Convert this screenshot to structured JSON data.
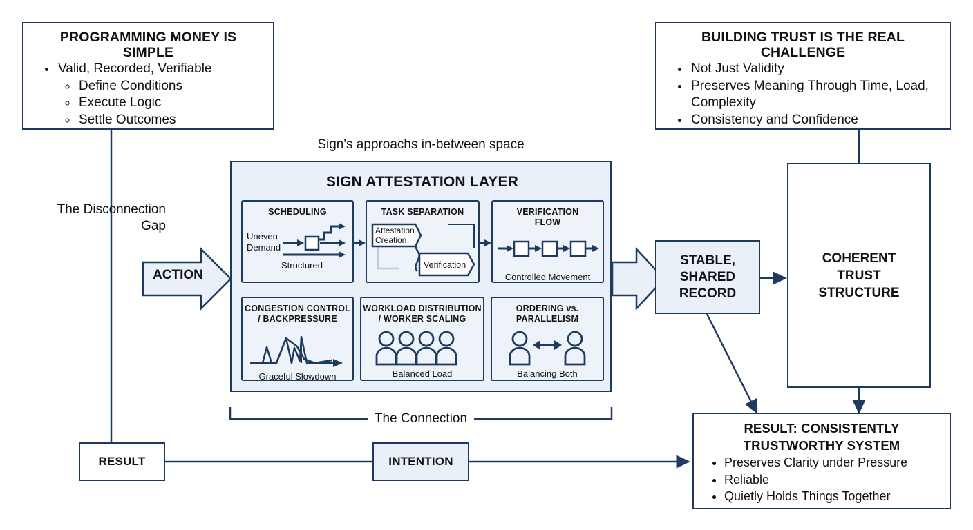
{
  "diagram": {
    "top_left_box": {
      "title": "PROGRAMMING MONEY IS SIMPLE",
      "bullets": [
        {
          "text": "Valid, Recorded, Verifiable",
          "sub": [
            "Define Conditions",
            "Execute Logic",
            "Settle Outcomes"
          ]
        }
      ]
    },
    "top_right_box": {
      "title": "BUILDING TRUST IS THE REAL CHALLENGE",
      "bullets": [
        "Not Just Validity",
        "Preserves Meaning Through Time, Load, Complexity",
        "Consistency and Confidence"
      ]
    },
    "gap_label": "The Disconnection\nGap",
    "gap_label_line1": "The Disconnection",
    "gap_label_line2": "Gap",
    "action_arrow_label": "ACTION",
    "panel": {
      "caption_above": "Sign's approachs in-between space",
      "title": "SIGN ATTESTATION LAYER",
      "cards": [
        {
          "title": "SCHEDULING",
          "icon": "scheduling-icon",
          "label_left_1": "Uneven",
          "label_left_2": "Demand",
          "caption": "Structured"
        },
        {
          "title": "TASK SEPARATION",
          "icon": "task-separation-icon",
          "node_1": "Attestation\nCreation",
          "node_1_line1": "Attestation",
          "node_1_line2": "Creation",
          "node_2": "Verification",
          "caption": ""
        },
        {
          "title": "VERIFICATION\nFLOW",
          "title_line1": "VERIFICATION",
          "title_line2": "FLOW",
          "icon": "verification-flow-icon",
          "caption": "Controlled Movement"
        },
        {
          "title": "CONGESTION CONTROL\n/ BACKPRESSURE",
          "title_line1": "CONGESTION CONTROL",
          "title_line2": "/ BACKPRESSURE",
          "icon": "congestion-sparkline-icon",
          "caption": "Graceful Slowdown"
        },
        {
          "title": "WORKLOAD DISTRIBUTION\n/ WORKER SCALING",
          "title_line1": "WORKLOAD DISTRIBUTION",
          "title_line2": "/ WORKER SCALING",
          "icon": "four-people-icon",
          "caption": "Balanced Load"
        },
        {
          "title": "ORDERING vs.\nPARALLELISM",
          "title_line1": "ORDERING vs.",
          "title_line2": "PARALLELISM",
          "icon": "two-people-bidirectional-icon",
          "caption": "Balancing Both"
        }
      ]
    },
    "connection_label": "The Connection",
    "stable_record_box": {
      "line1": "STABLE,",
      "line2": "SHARED",
      "line3": "RECORD"
    },
    "coherent_trust_box": {
      "line1": "COHERENT",
      "line2": "TRUST",
      "line3": "STRUCTURE"
    },
    "result_box_label": "RESULT",
    "intention_box_label": "INTENTION",
    "result_system_box": {
      "title_line1": "RESULT: CONSISTENTLY",
      "title_line2": "TRUSTWORTHY SYSTEM",
      "bullets": [
        "Preserves Clarity under Pressure",
        "Reliable",
        "Quietly Holds Things Together"
      ]
    },
    "colors": {
      "stroke": "#1f3a5f",
      "panel_fill": "#eaf0f8",
      "card_fill": "#eef3fa",
      "box_fill": "#ffffff",
      "text": "#111111"
    }
  }
}
